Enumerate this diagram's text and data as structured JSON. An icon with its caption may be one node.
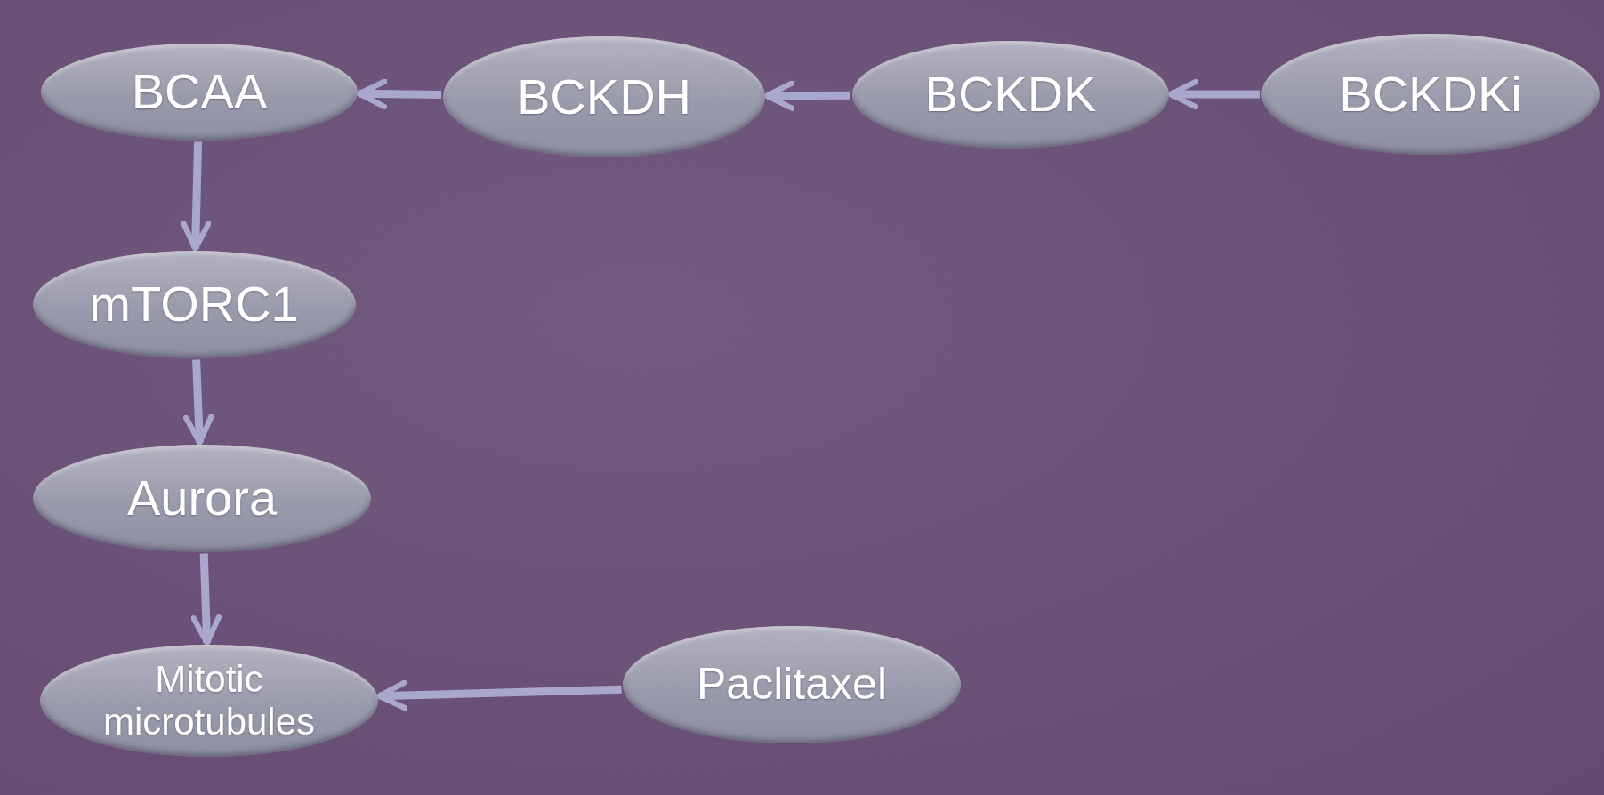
{
  "diagram": {
    "nodes": [
      {
        "text": [
          "BCAA"
        ]
      },
      {
        "text": [
          "BCKDH"
        ]
      },
      {
        "text": [
          "BCKDK"
        ]
      },
      {
        "text": [
          "BCKDKi"
        ]
      },
      {
        "text": [
          "mTORC1"
        ]
      },
      {
        "text": [
          "Aurora"
        ]
      },
      {
        "text": [
          "Mitotic microtubules"
        ]
      },
      {
        "text": [
          "Paclitaxel"
        ]
      }
    ],
    "edges": [
      {
        "from": 1,
        "to": 0,
        "arrow": "to"
      },
      {
        "from": 2,
        "to": 1,
        "arrow": "to"
      },
      {
        "from": 3,
        "to": 2,
        "arrow": "to"
      },
      {
        "from": 0,
        "to": 4,
        "arrow": "to"
      },
      {
        "from": 4,
        "to": 5,
        "arrow": "to"
      },
      {
        "from": 5,
        "to": 6,
        "arrow": "to"
      },
      {
        "from": 7,
        "to": 6,
        "arrow": "to"
      }
    ]
  }
}
